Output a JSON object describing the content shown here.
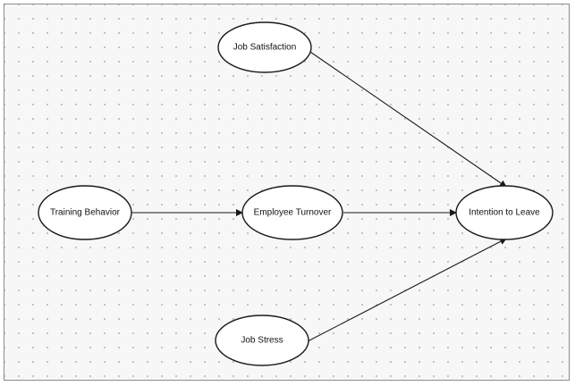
{
  "diagram": {
    "nodes": [
      {
        "id": "job-satisfaction",
        "label": "Job Satisfaction"
      },
      {
        "id": "training-behavior",
        "label": "Training Behavior"
      },
      {
        "id": "employee-turnover",
        "label": "Employee Turnover"
      },
      {
        "id": "intention-to-leave",
        "label": "Intention to Leave"
      },
      {
        "id": "job-stress",
        "label": "Job Stress"
      }
    ],
    "edges": [
      {
        "from": "training-behavior",
        "to": "employee-turnover"
      },
      {
        "from": "employee-turnover",
        "to": "intention-to-leave"
      },
      {
        "from": "job-satisfaction",
        "to": "intention-to-leave"
      },
      {
        "from": "job-stress",
        "to": "intention-to-leave"
      }
    ]
  }
}
